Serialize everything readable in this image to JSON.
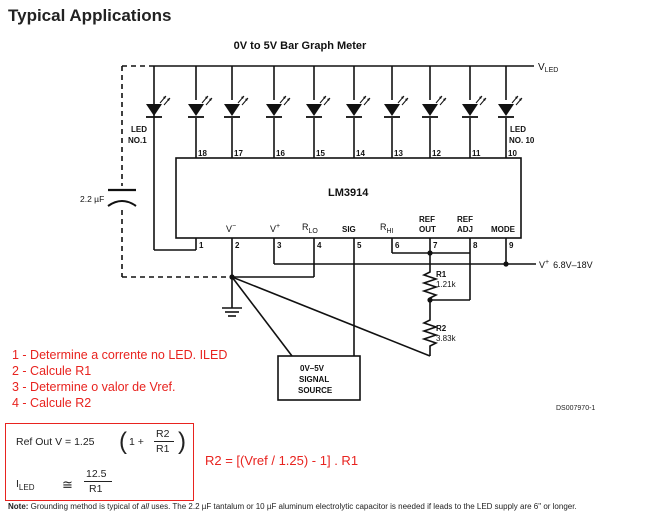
{
  "heading": "Typical Applications",
  "diagram": {
    "title": "0V to 5V Bar Graph Meter",
    "supply_led": "V",
    "supply_led_sub": "LED",
    "supply_main": "V",
    "supply_main_sup": "+",
    "supply_main_range": "6.8V–18V",
    "led_first": [
      "LED",
      "NO.1"
    ],
    "led_last": [
      "LED",
      "NO. 10"
    ],
    "capacitor": "2.2 µF",
    "chip": "LM3914",
    "top_pins": [
      "18",
      "17",
      "16",
      "15",
      "14",
      "13",
      "12",
      "11",
      "10"
    ],
    "bottom_pins": [
      "1",
      "2",
      "3",
      "4",
      "5",
      "6",
      "7",
      "8",
      "9"
    ],
    "pin_labels": {
      "vminus": "V",
      "vminus_sup": "−",
      "vplus": "V",
      "vplus_sup": "+",
      "rlo": "R",
      "rlo_sub": "LO",
      "sig": "SIG",
      "rhi": "R",
      "rhi_sub": "HI",
      "refout": [
        "REF",
        "OUT"
      ],
      "refadj": [
        "REF",
        "ADJ"
      ],
      "mode": "MODE"
    },
    "r1": [
      "R1",
      "1.21k"
    ],
    "r2": [
      "R2",
      "3.83k"
    ],
    "source": [
      "0V–5V",
      "SIGNAL",
      "SOURCE"
    ],
    "ds_code": "DS007970-1"
  },
  "steps": [
    "1 - Determine a corrente no LED. ILED",
    "2 - Calcule R1",
    "3 - Determine o valor de Vref.",
    "4 - Calcule R2"
  ],
  "formula": {
    "refout_lhs": "Ref Out V = 1.25",
    "one_plus": "1 +",
    "r2": "R2",
    "r1": "R1",
    "iled": "I",
    "iled_sub": "LED",
    "approx": "≅",
    "num": "12.5",
    "den": "R1"
  },
  "r2_formula": "R2 = [(Vref / 1.25) - 1] . R1",
  "note": {
    "label": "Note:",
    "text_a": " Grounding method is typical of ",
    "text_b": "all",
    "text_c": " uses. The 2.2 µF tantalum or 10 µF aluminum electrolytic capacitor is needed if leads to the LED supply are 6\" or longer."
  },
  "colors": {
    "accent": "#e8231f",
    "ink": "#111111"
  }
}
